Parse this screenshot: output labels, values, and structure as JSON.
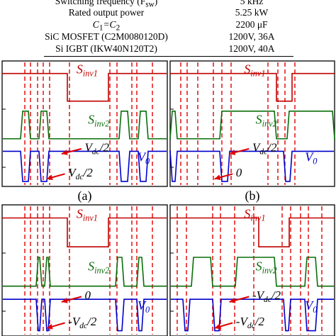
{
  "table": {
    "rows": [
      {
        "label": "Switching frequency (F",
        "label_sub": "sw",
        "label_tail": ")",
        "value": "5 kHz"
      },
      {
        "label": "Rated output power",
        "value": "5.25 kW"
      },
      {
        "label": "C",
        "label_sub": "1",
        "label_mid": "=C",
        "label_sub2": "2",
        "value": "2200 μF"
      },
      {
        "label": "SiC MOSFET (C2M0080120D)",
        "value": "1200V, 36A"
      },
      {
        "label": "Si IGBT (IKW40N120T2)",
        "value": "1200V, 40A"
      }
    ]
  },
  "panels": [
    {
      "caption": "(a)",
      "s1": {
        "main": "S",
        "sub": "inv1"
      },
      "s2": {
        "main": "S",
        "sub": "inv2"
      },
      "v0": {
        "main": "V",
        "sub": "0"
      },
      "ann1": {
        "main": "V",
        "sub": "dc",
        "tail": "/2"
      },
      "ann2": {
        "main": "V",
        "sub": "dc",
        "tail": "/2"
      }
    },
    {
      "caption": "(b)",
      "s1": {
        "main": "S",
        "sub": "inv1"
      },
      "s2": {
        "main": "S",
        "sub": "inv2"
      },
      "v0": {
        "main": "V",
        "sub": "0"
      },
      "ann1": {
        "main": "V",
        "sub": "dc",
        "tail": "/2"
      },
      "ann2": {
        "main": "0"
      }
    },
    {
      "caption": "",
      "s1": {
        "main": "S",
        "sub": "inv1"
      },
      "s2": {
        "main": "S",
        "sub": "inv2"
      },
      "v0": {
        "main": "V",
        "sub": "0"
      },
      "ann1": {
        "main": "0"
      },
      "ann2": {
        "main": "-V",
        "sub": "dc",
        "tail": "/2"
      }
    },
    {
      "caption": "",
      "s1": {
        "main": "S",
        "sub": "inv1"
      },
      "s2": {
        "main": "S",
        "sub": "inv2"
      },
      "v0": {
        "main": "V",
        "sub": "0"
      },
      "ann1": {
        "main": "-V",
        "sub": "dc",
        "tail": "/2"
      },
      "ann2": {
        "main": "-V",
        "sub": "dc",
        "tail": "/2"
      }
    }
  ],
  "colors": {
    "s_inv1": "#c00000",
    "s_inv2": "#0a6e0a",
    "v0": "#0000cc",
    "dash": "#e00000",
    "arrow": "#e00000",
    "frame": "#000000"
  }
}
